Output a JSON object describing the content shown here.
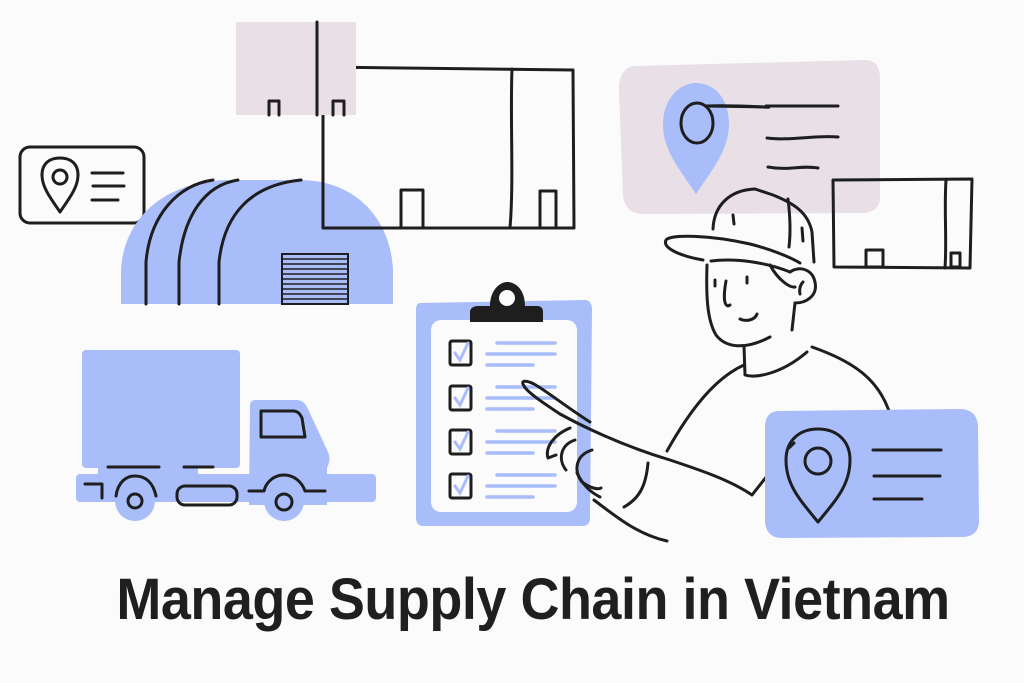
{
  "title": "Manage Supply Chain in Vietnam",
  "colors": {
    "background": "#fbfbfb",
    "accent_blue": "#a8bdfa",
    "accent_mauve": "#e8dfe7",
    "stroke": "#1e1e1e",
    "text": "#1f1f1f"
  },
  "illustration": {
    "elements": [
      {
        "name": "location-card-small",
        "icon": "map-pin-icon",
        "style": "outline"
      },
      {
        "name": "warehouse",
        "icon": "warehouse-icon",
        "fill": "accent_blue"
      },
      {
        "name": "shipping-box-mauve",
        "icon": "box-icon",
        "fill": "accent_mauve"
      },
      {
        "name": "shipping-box-large",
        "icon": "box-icon",
        "style": "outline"
      },
      {
        "name": "location-card-mauve",
        "icon": "map-pin-icon",
        "fill": "accent_mauve"
      },
      {
        "name": "shipping-box-small",
        "icon": "box-icon",
        "style": "outline"
      },
      {
        "name": "delivery-truck",
        "icon": "truck-icon",
        "fill": "accent_blue"
      },
      {
        "name": "checklist-clipboard",
        "icon": "clipboard-icon",
        "checked_items": 4
      },
      {
        "name": "worker-with-cap",
        "icon": "person-icon",
        "style": "outline"
      },
      {
        "name": "location-card-blue",
        "icon": "map-pin-icon",
        "fill": "accent_blue"
      }
    ]
  }
}
